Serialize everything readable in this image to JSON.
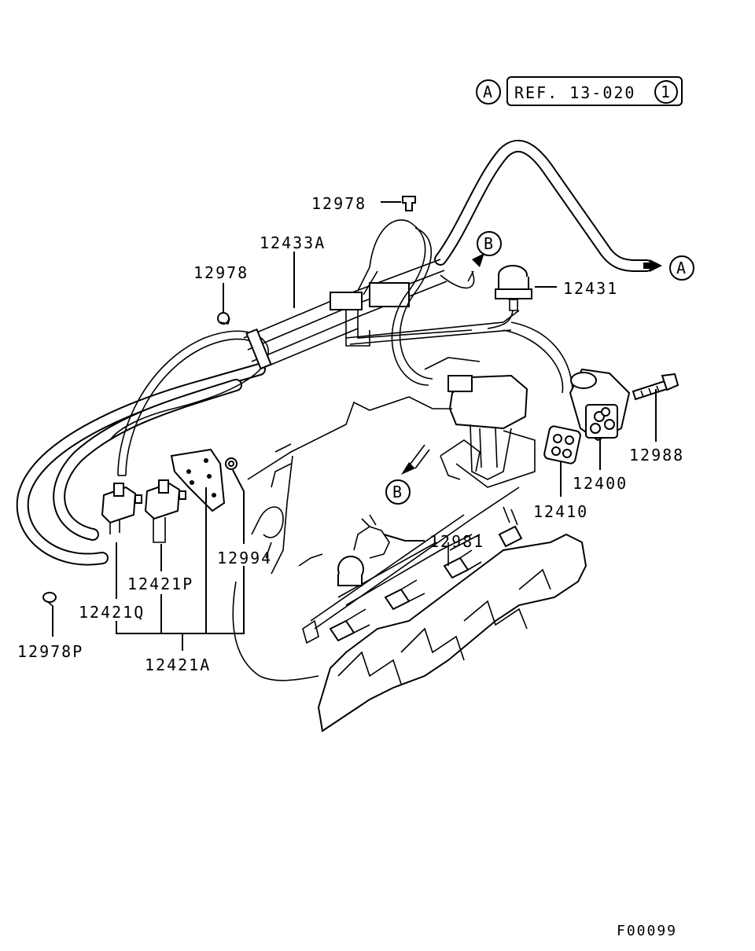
{
  "reference": {
    "marker_a": "A",
    "ref_text": "REF. 13-020",
    "ref_circle": "1"
  },
  "markers": {
    "a_arrow": "A",
    "b_upper": "B",
    "b_lower": "B"
  },
  "parts": {
    "p12978_top": "12978",
    "p12433A": "12433A",
    "p12978_left": "12978",
    "p12431": "12431",
    "p12988": "12988",
    "p12400": "12400",
    "p12410": "12410",
    "p12981": "12981",
    "p12994": "12994",
    "p12421P": "12421P",
    "p12421Q": "12421Q",
    "p12978P": "12978P",
    "p12421A": "12421A"
  },
  "figure_code": "F00099"
}
